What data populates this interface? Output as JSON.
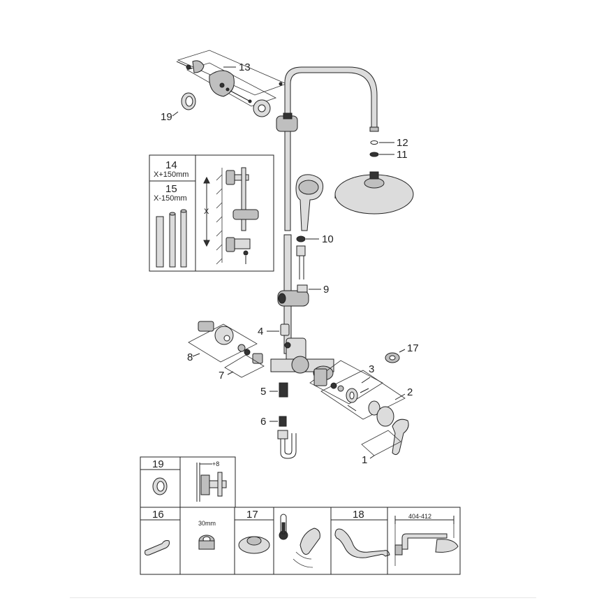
{
  "callouts": {
    "c1": "1",
    "c2": "2",
    "c3": "3",
    "c4": "4",
    "c5": "5",
    "c6": "6",
    "c7": "7",
    "c8": "8",
    "c9": "9",
    "c10": "10",
    "c11": "11",
    "c12": "12",
    "c13": "13",
    "c17": "17",
    "c19": "19"
  },
  "inset_bar": {
    "n14": "14",
    "label14": "X+150mm",
    "n15": "15",
    "label15": "X-150mm",
    "xmark": "X"
  },
  "bottom_panels": {
    "p19": "19",
    "offset": "+8",
    "p16": "16",
    "nut_size": "30mm",
    "p17": "17",
    "p18": "18",
    "reach": "404-412"
  }
}
